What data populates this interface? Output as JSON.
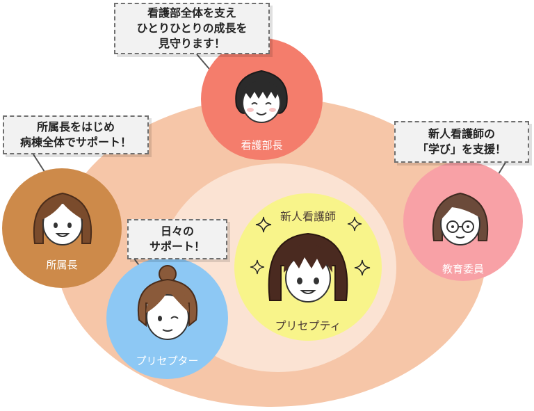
{
  "roles": {
    "nursing_director": "看護部長",
    "unit_head": "所属長",
    "education_committee": "教育委員",
    "preceptor": "プリセプター",
    "preceptee": "プリセプティ",
    "new_nurse": "新人看護師"
  },
  "bubbles": {
    "director": [
      "看護部全体を支え",
      "ひとりひとりの成長を",
      "見守ります！"
    ],
    "unit_head": [
      "所属長をはじめ",
      "病棟全体でサポート！"
    ],
    "education": [
      "新人看護師の",
      "「学び」を支援！"
    ],
    "preceptor": [
      "日々の",
      "サポート！"
    ]
  },
  "colors": {
    "outer_ring": "#f6c6a8",
    "inner_ring": "#fbe3d3",
    "director": "#f47d6c",
    "unit_head": "#cd8a4a",
    "education": "#f8a1a6",
    "preceptor": "#8dc8f4",
    "preceptee": "#f8f48a"
  }
}
